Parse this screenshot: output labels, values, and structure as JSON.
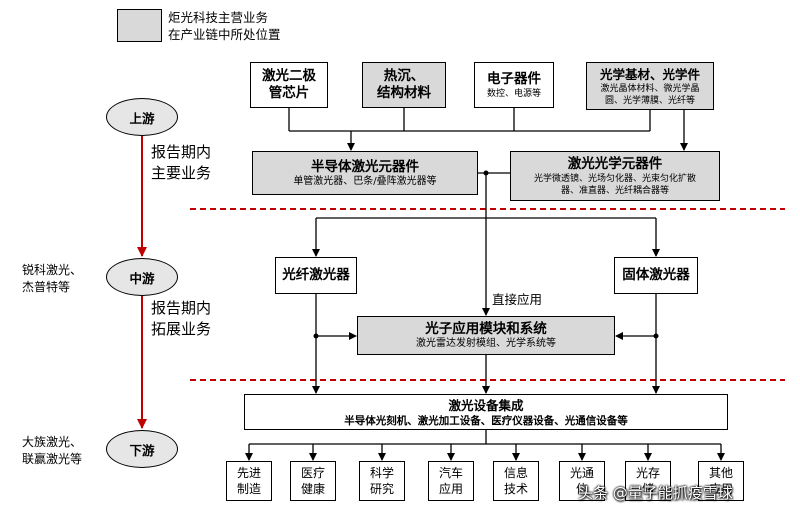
{
  "legend": {
    "text": "炬光科技主营业务\n在产业链中所处位置"
  },
  "stages": {
    "upstream": "上游",
    "midstream": "中游",
    "downstream": "下游"
  },
  "side_labels": {
    "mid": "锐科激光、\n杰普特等",
    "down": "大族激光、\n联赢激光等"
  },
  "phase_labels": {
    "main": "报告期内\n主要业务",
    "expand": "报告期内\n拓展业务"
  },
  "direct_apply": "直接应用",
  "upstream_boxes": [
    {
      "title": "激光二极\n管芯片",
      "sub": ""
    },
    {
      "title": "热沉、\n结构材料",
      "sub": ""
    },
    {
      "title": "电子器件",
      "sub": "数控、电源等"
    },
    {
      "title": "光学基材、光学件",
      "sub": "激光晶体材料、微光学晶\n圆、光学薄膜、光纤等"
    }
  ],
  "components": [
    {
      "title": "半导体激光元器件",
      "sub": "单管激光器、巴条/叠阵激光器等"
    },
    {
      "title": "激光光学元器件",
      "sub": "光学微透镜、光场匀化器、光束匀化扩散\n器、准直器、光纤耦合器等"
    }
  ],
  "lasers": {
    "fiber": "光纤激光器",
    "solid": "固体激光器"
  },
  "module": {
    "title": "光子应用模块和系统",
    "sub": "激光雷达发射模组、光学系统等"
  },
  "integration": {
    "title": "激光设备集成",
    "sub": "半导体光刻机、激光加工设备、医疗仪器设备、光通信设备等"
  },
  "applications": [
    "先进\n制造",
    "医疗\n健康",
    "科学\n研究",
    "汽车\n应用",
    "信息\n技术",
    "光通\n信",
    "光存\n储",
    "其他\n应用"
  ],
  "watermark": "头条 @量子能抓疫雪球",
  "colors": {
    "arrow_red": "#c00000",
    "dash_red": "#c00000",
    "box_gray": "#d9d9d9",
    "oval_gray": "#e6e6e6"
  }
}
